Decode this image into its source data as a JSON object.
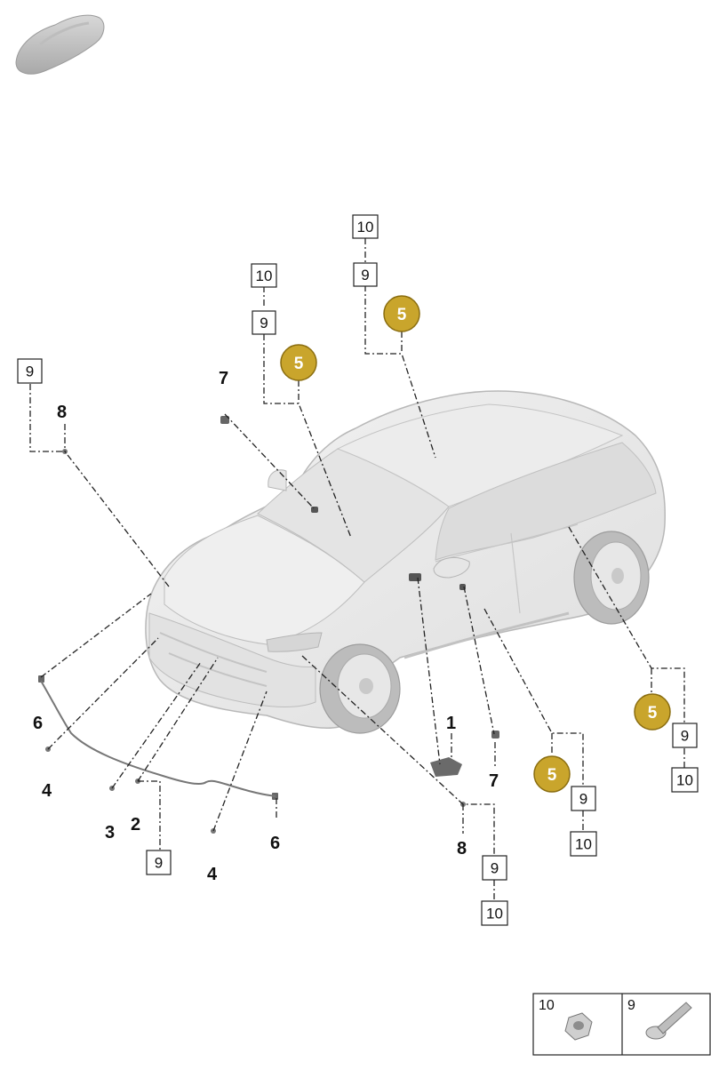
{
  "parts": {
    "p1": "1",
    "p2": "2",
    "p3": "3",
    "p4": "4",
    "p5": "5",
    "p6": "6",
    "p7": "7",
    "p8": "8",
    "p9": "9",
    "p10": "10"
  },
  "colors": {
    "badge_fill": "#c9a52c",
    "badge_stroke": "#8a6d10",
    "car_body": "#e9e9e9",
    "car_shade": "#cfcfcf",
    "line": "#222222"
  },
  "icons": {
    "thumbnail": "car-thumbnail-icon",
    "nut": "hex-nut-icon",
    "bolt": "flange-bolt-icon"
  }
}
